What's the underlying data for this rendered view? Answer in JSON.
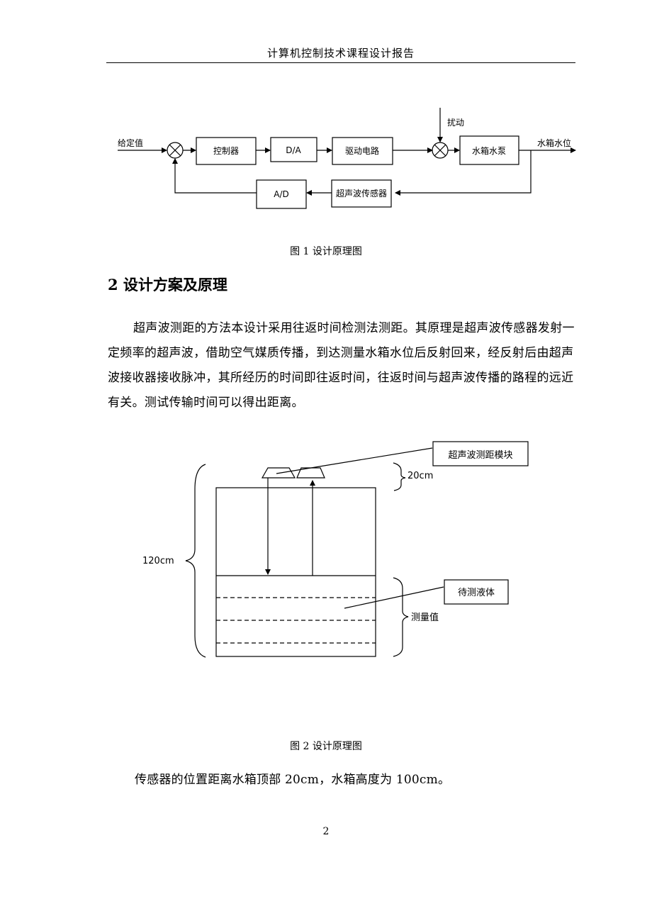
{
  "header": {
    "title": "计算机控制技术课程设计报告"
  },
  "figure1": {
    "caption": "图 1  设计原理图",
    "labels": {
      "input": "给定值",
      "controller": "控制器",
      "da": "D/A",
      "driver": "驱动电路",
      "disturbance": "扰动",
      "plant": "水箱水泵",
      "output": "水箱水位",
      "sensor": "超声波传感器",
      "ad": "A/D"
    }
  },
  "section": {
    "heading": "2 设计方案及原理"
  },
  "paragraph1": "超声波测距的方法本设计采用往返时间检测法测距。其原理是超声波传感器发射一定频率的超声波，借助空气媒质传播，到达测量水箱水位后反射回来，经反射后由超声波接收器接收脉冲，其所经历的时间即往返时间，往返时间与超声波传播的路程的远近有关。测试传输时间可以得出距离。",
  "figure2": {
    "caption": "图 2  设计原理图",
    "labels": {
      "module": "超声波测距模块",
      "gap": "20cm",
      "total": "120cm",
      "liquid": "待测液体",
      "measured": "测量值"
    }
  },
  "paragraph2": "传感器的位置距离水箱顶部 20cm，水箱高度为 100cm。",
  "page_number": "2"
}
